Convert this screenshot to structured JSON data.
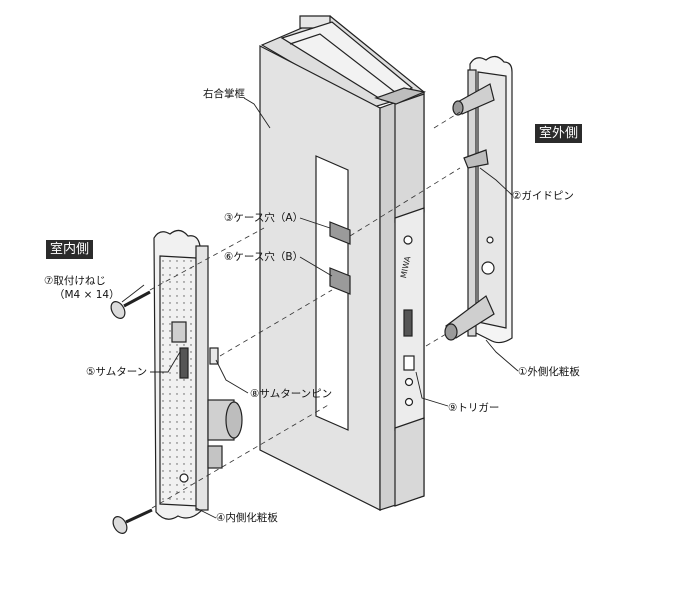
{
  "diagram": {
    "frame_label": "右合掌框",
    "outdoor_heading": "室外側",
    "indoor_heading": "室内側",
    "stamp_text": "MIWA",
    "parts": {
      "p1": "①外側化粧板",
      "p2": "②ガイドピン",
      "p3": "③ケース穴（A）",
      "p4": "④内側化粧板",
      "p5": "⑤サムターン",
      "p6": "⑥ケース穴（B）",
      "p7": "⑦取付けねじ",
      "p7_size": "（M4 × 14）",
      "p8": "⑧サムターンピン",
      "p9": "⑨トリガー"
    }
  }
}
